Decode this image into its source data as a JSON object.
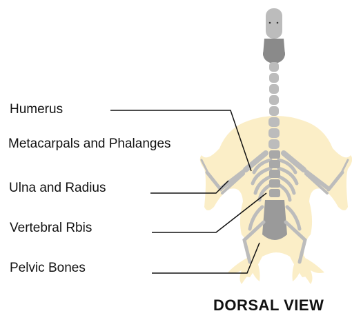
{
  "diagram": {
    "labels": {
      "humerus": "Humerus",
      "metacarpals": "Metacarpals and Phalanges",
      "ulna_radius": "Ulna and Radius",
      "vertebral_ribs": "Vertebral Rbis",
      "pelvic": "Pelvic Bones"
    },
    "view_title": "DORSAL VIEW",
    "colors": {
      "body_silhouette": "#fbeec7",
      "bone": "#bcbcbc",
      "bone_dark": "#8a8a8a",
      "leader_line": "#111111"
    }
  }
}
